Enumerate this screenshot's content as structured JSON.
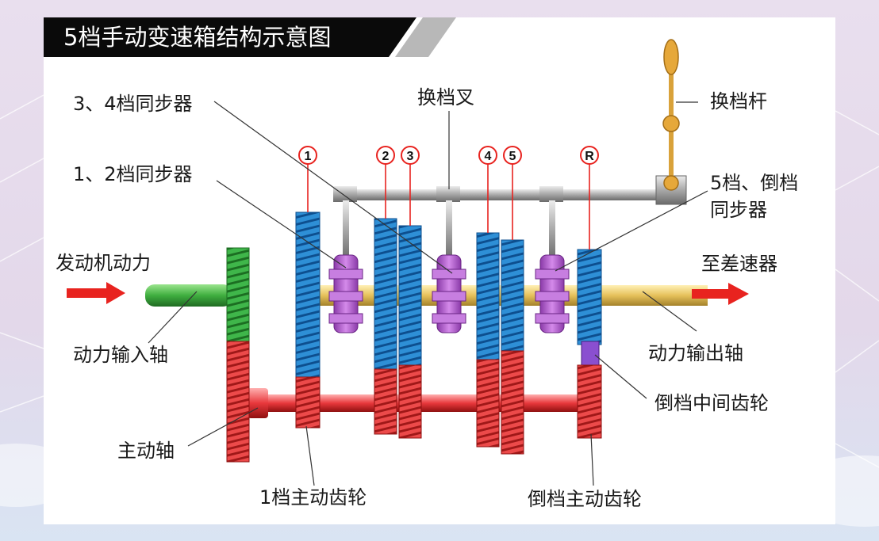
{
  "title": "5档手动变速箱结构示意图",
  "gear_markers": [
    "1",
    "2",
    "3",
    "4",
    "5",
    "R"
  ],
  "labels": {
    "sync_34": "3、4档同步器",
    "shift_fork": "换档叉",
    "shift_lever": "换档杆",
    "sync_12": "1、2档同步器",
    "sync_5r_line1": "5档、倒档",
    "sync_5r_line2": "同步器",
    "engine_power": "发动机动力",
    "to_differential": "至差速器",
    "input_shaft": "动力输入轴",
    "output_shaft": "动力输出轴",
    "reverse_idler": "倒档中间齿轮",
    "countershaft": "主动轴",
    "first_drive_gear": "1档主动齿轮",
    "reverse_drive_gear": "倒档主动齿轮"
  },
  "colors": {
    "title_bg": "#0a0a0a",
    "input_shaft": "#4cc04c",
    "output_shaft": "#e8c35a",
    "countershaft": "#e8383c",
    "driven_gear": "#2e8fd6",
    "synchronizer": "#b05cc8",
    "shift_rod": "#a8a8a8",
    "lever": "#d9a23a",
    "arrow": "#e8231f"
  }
}
